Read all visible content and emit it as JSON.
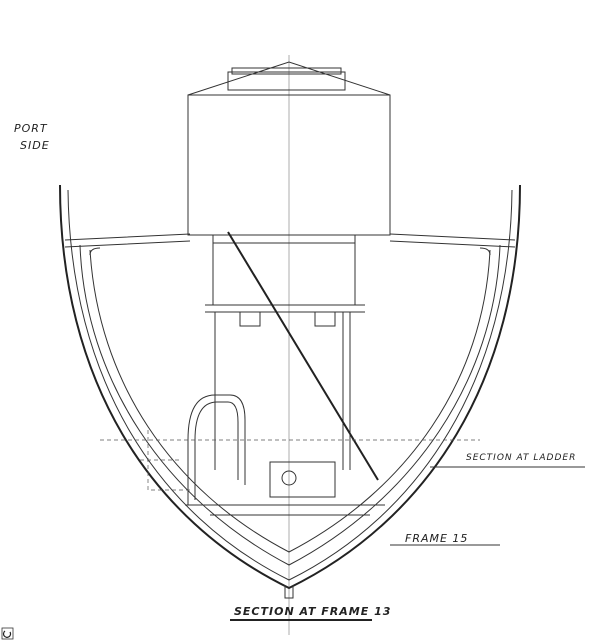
{
  "drawing": {
    "title": "SECTION AT FRAME 13",
    "labels": {
      "port_side_line1": "PORT",
      "port_side_line2": "SIDE",
      "section_at_ladder": "SECTION AT LADDER",
      "frame_15": "FRAME 15"
    }
  },
  "viewer": {
    "rotate_icon": "rotate-icon"
  }
}
